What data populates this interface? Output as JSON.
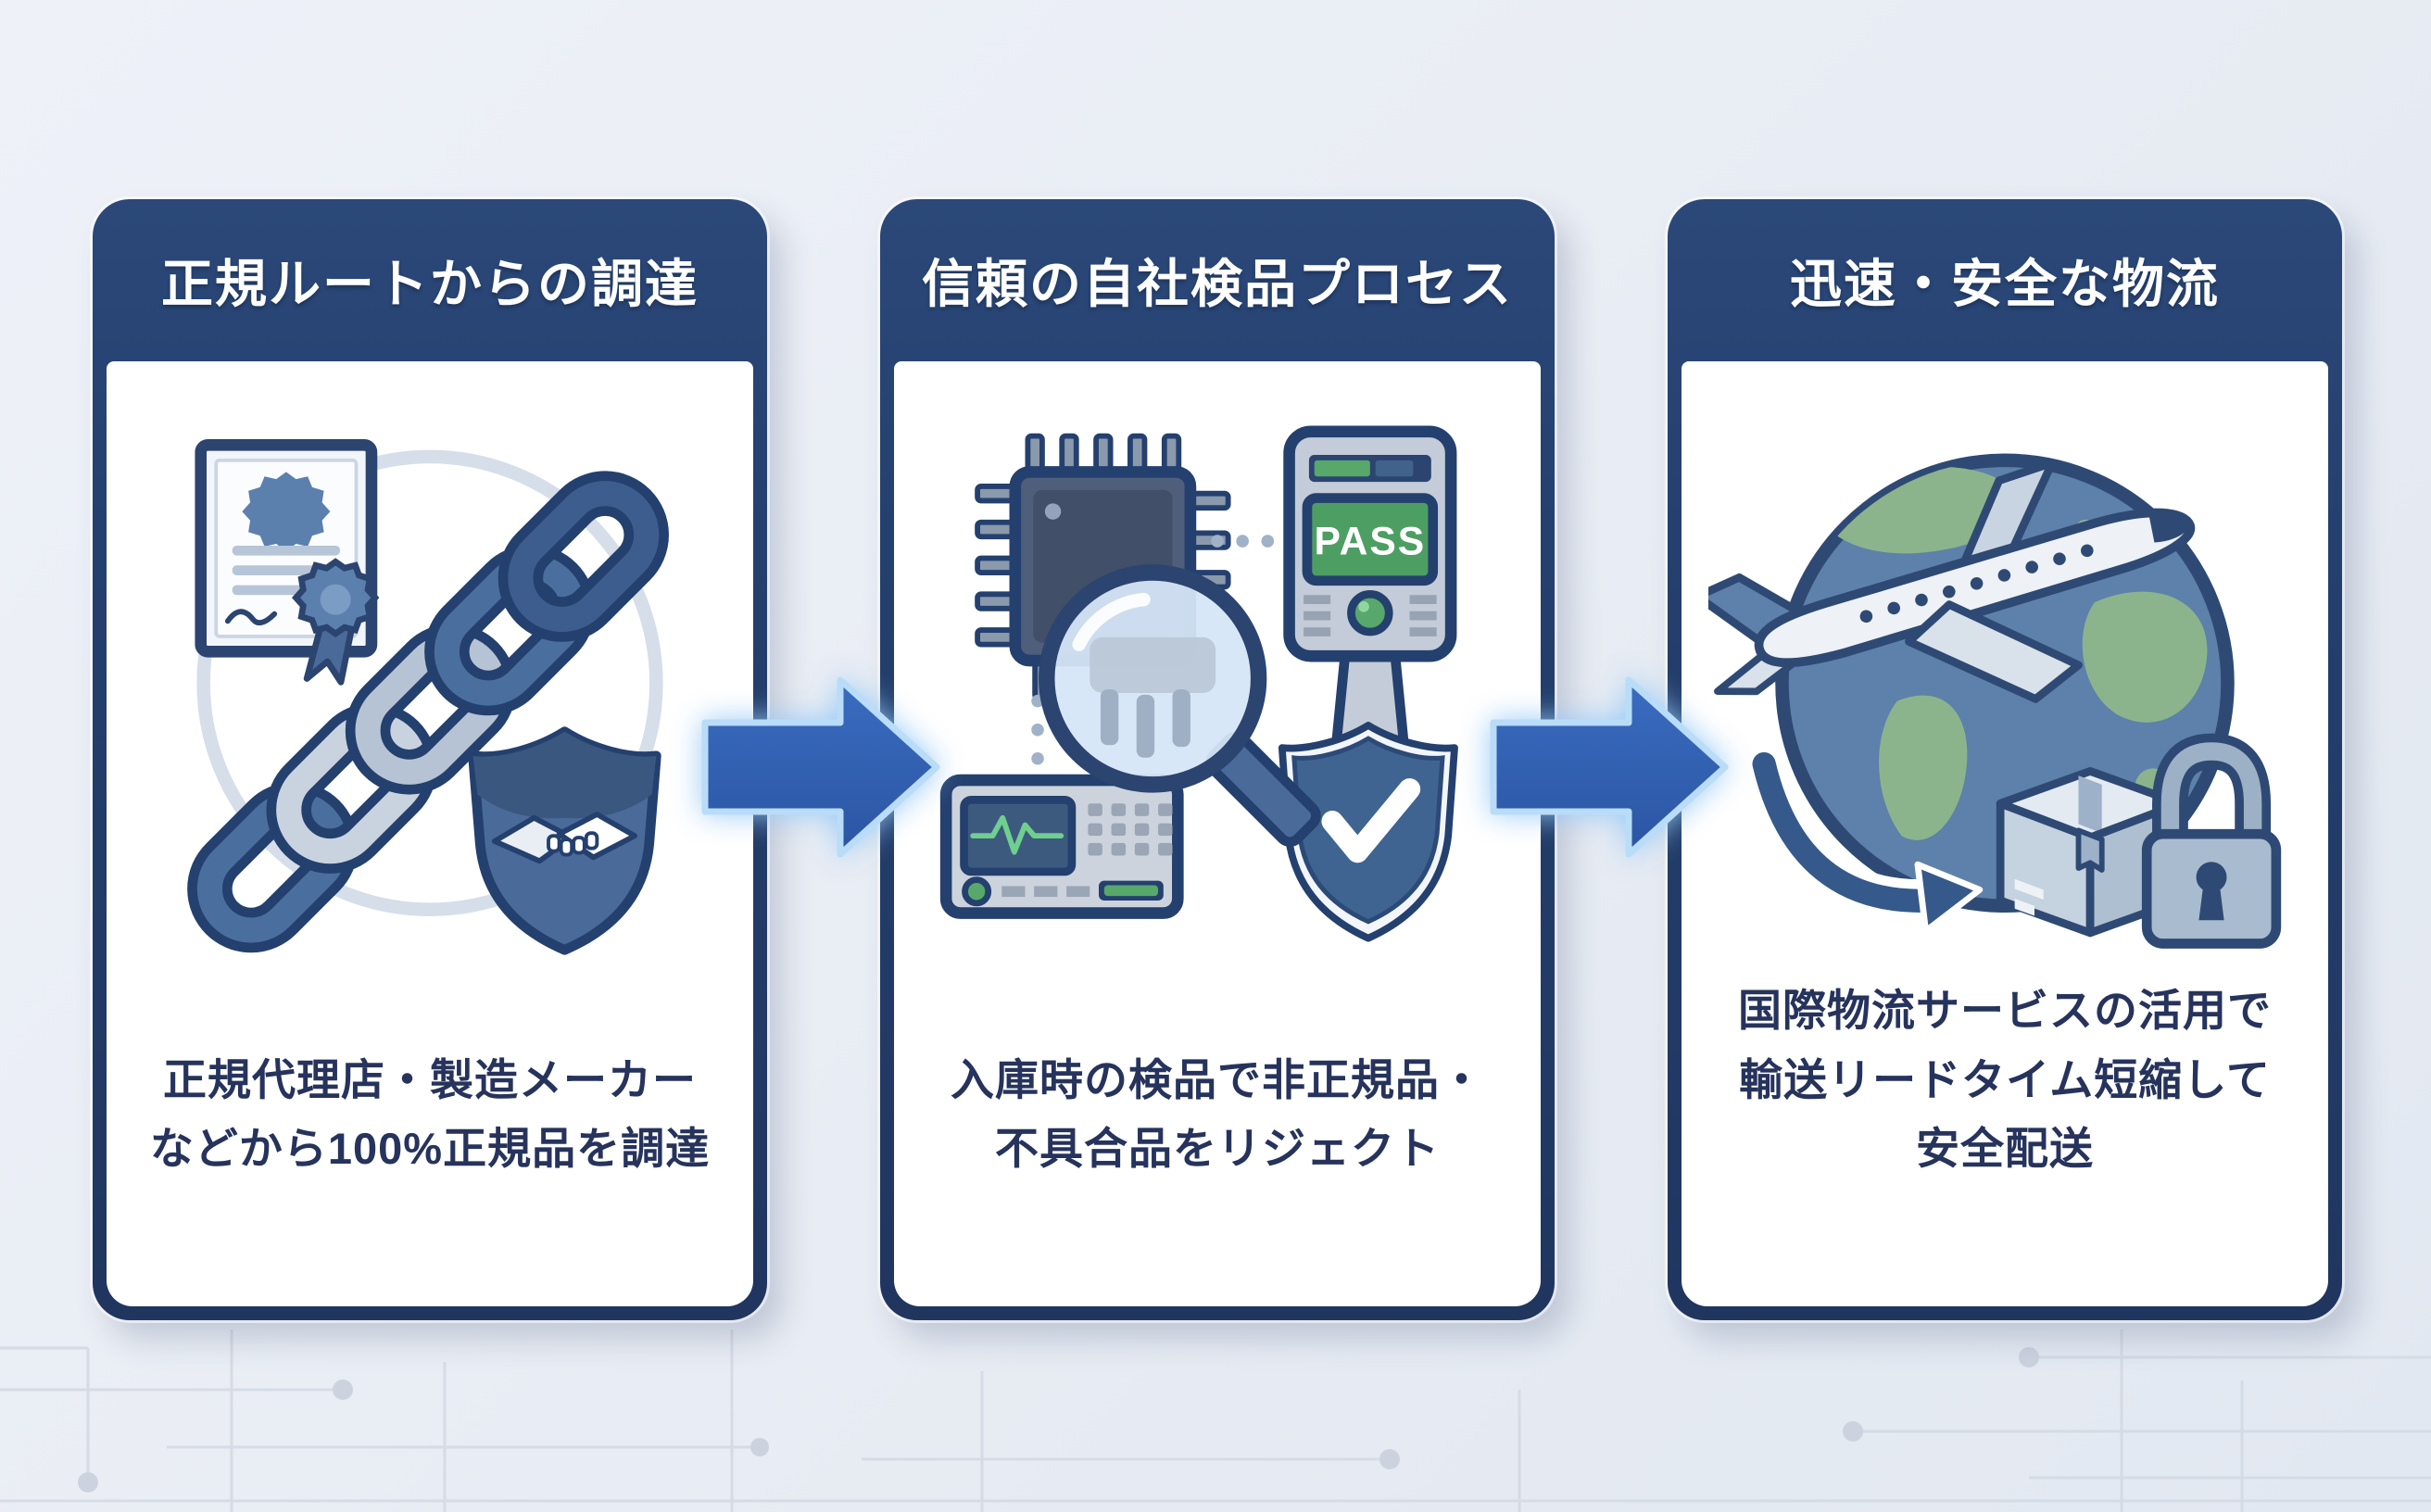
{
  "panels": [
    {
      "id": "procurement",
      "header": "正規ルートからの調達",
      "body": [
        "正規代理店・製造メーカー",
        "などから100%正規品を調達"
      ],
      "icons": [
        "certificate-icon",
        "supply-chain-icon",
        "handshake-shield-icon"
      ]
    },
    {
      "id": "inspection",
      "header": "信頼の自社検品プロセス",
      "body": [
        "入庫時の検品で非正規品・",
        "不具合品をリジェクト"
      ],
      "pass_label": "PASS",
      "icons": [
        "microchip-icon",
        "magnifier-icon",
        "tester-device-icon",
        "oscilloscope-icon",
        "inspection-shield-icon"
      ]
    },
    {
      "id": "logistics",
      "header": "迅速・安全な物流",
      "body": [
        "国際物流サービスの活用で",
        "輸送リードタイム短縮して",
        "安全配送"
      ],
      "icons": [
        "globe-icon",
        "airplane-icon",
        "route-arrow-icon",
        "package-icon",
        "padlock-icon"
      ]
    }
  ],
  "colors": {
    "panel_navy": "#24406e",
    "arrow_blue": "#3263b4",
    "arrow_glow": "#b9dcf8",
    "pass_green": "#4d9e63",
    "body_text": "#26335c",
    "background": "#e9edf4",
    "globe_ocean": "#5d81aa",
    "globe_land": "#8cb48c"
  }
}
